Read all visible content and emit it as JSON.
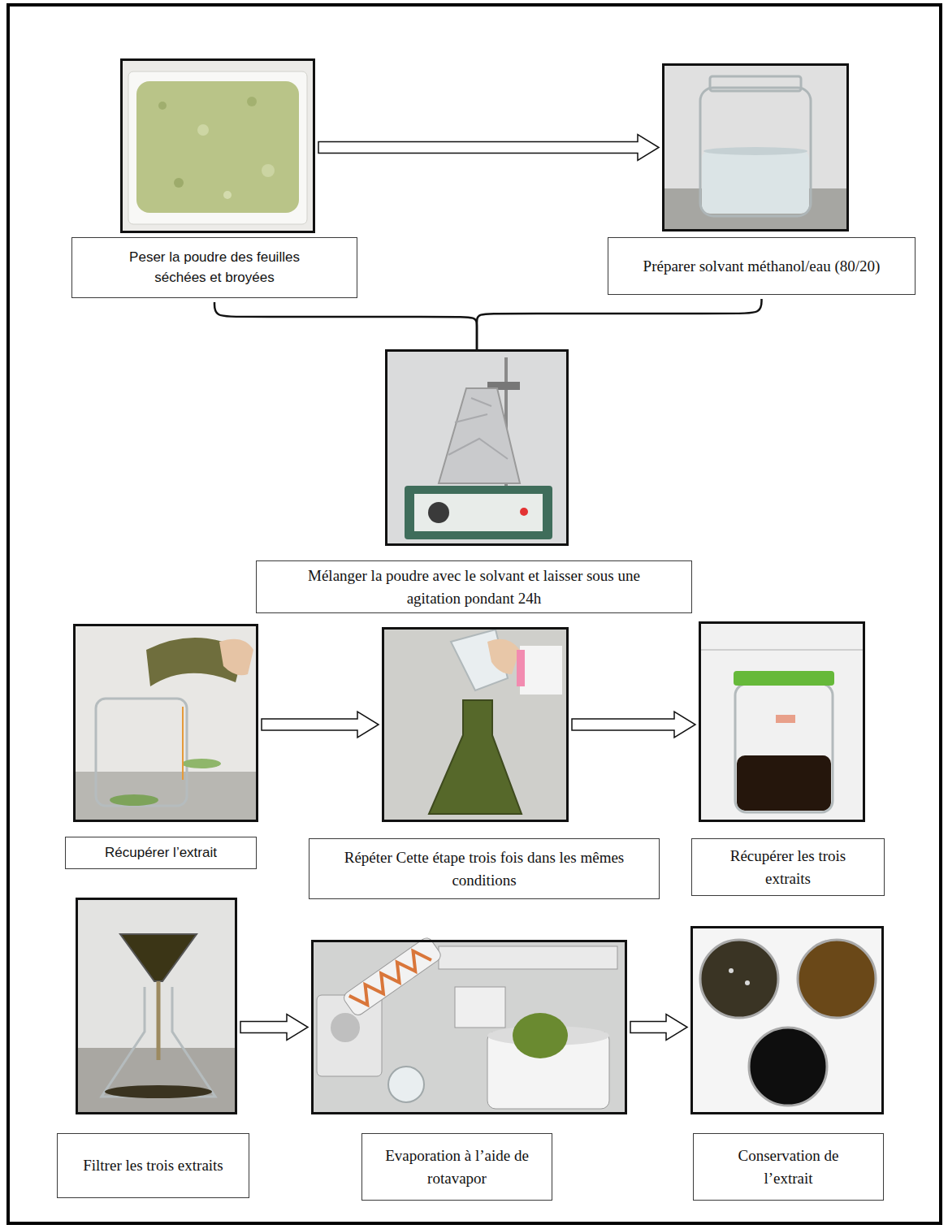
{
  "diagram": {
    "nodes": [
      {
        "text": [
          "Peser la poudre des feuilles séchées et broyées"
        ]
      },
      {
        "text": [
          "Préparer solvant méthanol/eau (80/20)"
        ]
      },
      {
        "text": [
          "Mélanger la poudre avec le solvant et laisser sous une agitation pondant 24h"
        ]
      },
      {
        "text": [
          "Récupérer l’extrait"
        ]
      },
      {
        "text": [
          "Répéter Cette étape trois fois dans les mêmes conditions"
        ]
      },
      {
        "text": [
          "Récupérer les trois extraits"
        ]
      },
      {
        "text": [
          "Filtrer les trois extraits"
        ]
      },
      {
        "text": [
          "Evaporation à l’aide de rotavapor"
        ]
      },
      {
        "text": [
          "Conservation de l’extrait"
        ]
      }
    ],
    "edges": [
      {
        "from": 0,
        "to": 1,
        "arrow": "to"
      },
      {
        "from": 0,
        "to": 2,
        "arrow": "none"
      },
      {
        "from": 1,
        "to": 2,
        "arrow": "none"
      },
      {
        "from": 3,
        "to": 4,
        "arrow": "to"
      },
      {
        "from": 4,
        "to": 5,
        "arrow": "to"
      },
      {
        "from": 6,
        "to": 7,
        "arrow": "to"
      },
      {
        "from": 7,
        "to": 8,
        "arrow": "to"
      }
    ]
  }
}
